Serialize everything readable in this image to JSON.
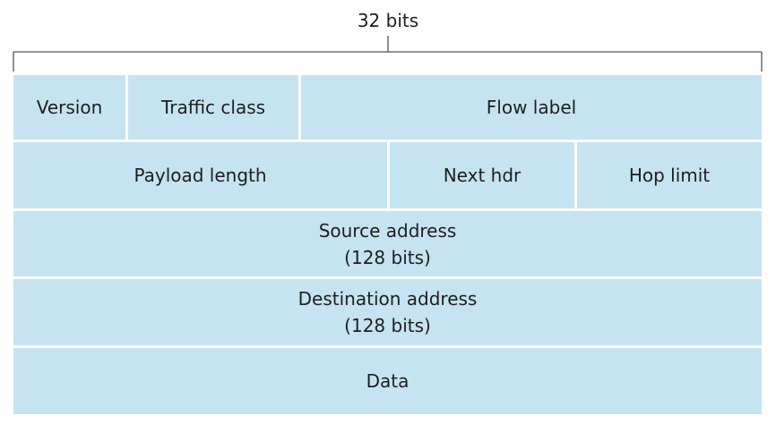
{
  "header": {
    "width_label": "32 bits"
  },
  "rows": {
    "row1": {
      "version": "Version",
      "traffic_class": "Traffic class",
      "flow_label": "Flow label"
    },
    "row2": {
      "payload_length": "Payload length",
      "next_hdr": "Next hdr",
      "hop_limit": "Hop limit"
    },
    "source": {
      "name": "Source address",
      "size": "(128 bits)"
    },
    "destination": {
      "name": "Destination address",
      "size": "(128 bits)"
    },
    "data": {
      "label": "Data"
    }
  },
  "colors": {
    "field_fill": "#c6e3f2",
    "separator": "#ffffff",
    "bracket": "#555555",
    "text": "#1e1e1e"
  }
}
